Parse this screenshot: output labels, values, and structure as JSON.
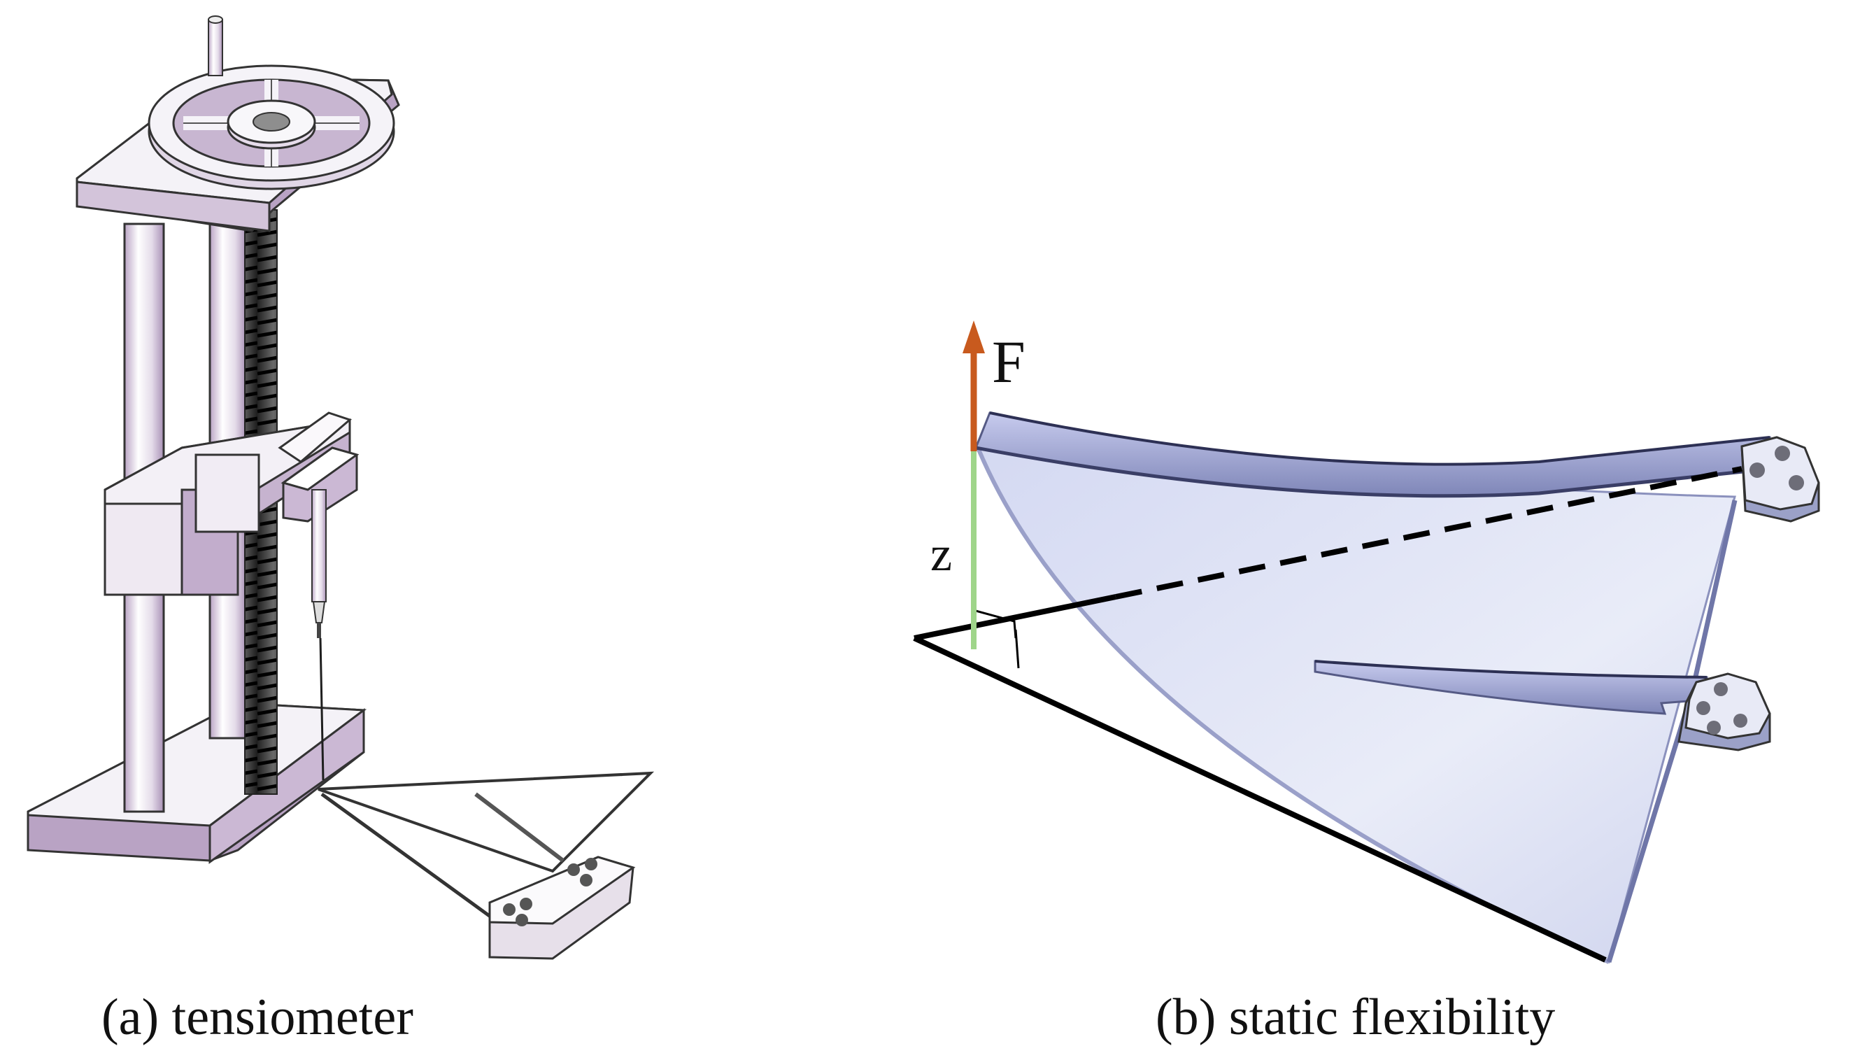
{
  "panels": {
    "a": {
      "caption": "(a) tensiometer"
    },
    "b": {
      "caption": "(b) static flexibility",
      "force_label": "F",
      "axis_label": "z"
    }
  },
  "colors": {
    "force_arrow": "#c85a1e",
    "z_axis": "#9fd58a",
    "plate_fill": "#dfe3f5",
    "plate_edge": "#7c83b4",
    "metal_light": "#f3f1f6",
    "metal_shade": "#b9a3c4",
    "thread": "#1f1f1f"
  }
}
